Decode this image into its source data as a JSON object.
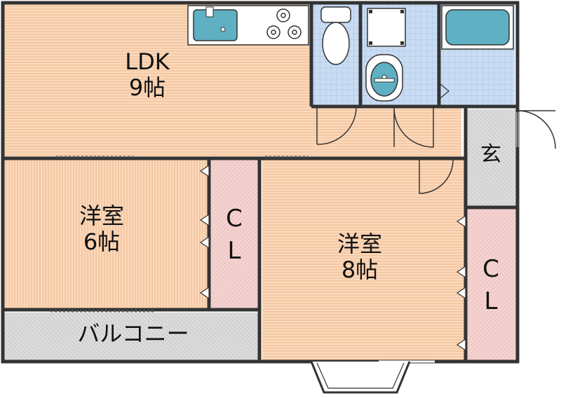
{
  "rooms": {
    "ldk": {
      "name": "LDK",
      "size": "9帖"
    },
    "western_6": {
      "name": "洋室",
      "size": "6帖"
    },
    "western_8": {
      "name": "洋室",
      "size": "8帖"
    },
    "closet_1": {
      "c": "C",
      "l": "L"
    },
    "closet_2": {
      "c": "C",
      "l": "L"
    },
    "entrance": {
      "name": "玄"
    },
    "balcony": {
      "name": "バルコニー"
    }
  },
  "colors": {
    "wood_floor": "#fbd9bc",
    "wood_stripe": "#f2c49e",
    "tile": "#c9dcf3",
    "tile_line": "#a9c2e4",
    "closet": "#f4d4d2",
    "entrance": "#d8d8d8",
    "balcony": "#d8d8d8",
    "wall": "#333333",
    "fixture": "#5fb0c2"
  }
}
